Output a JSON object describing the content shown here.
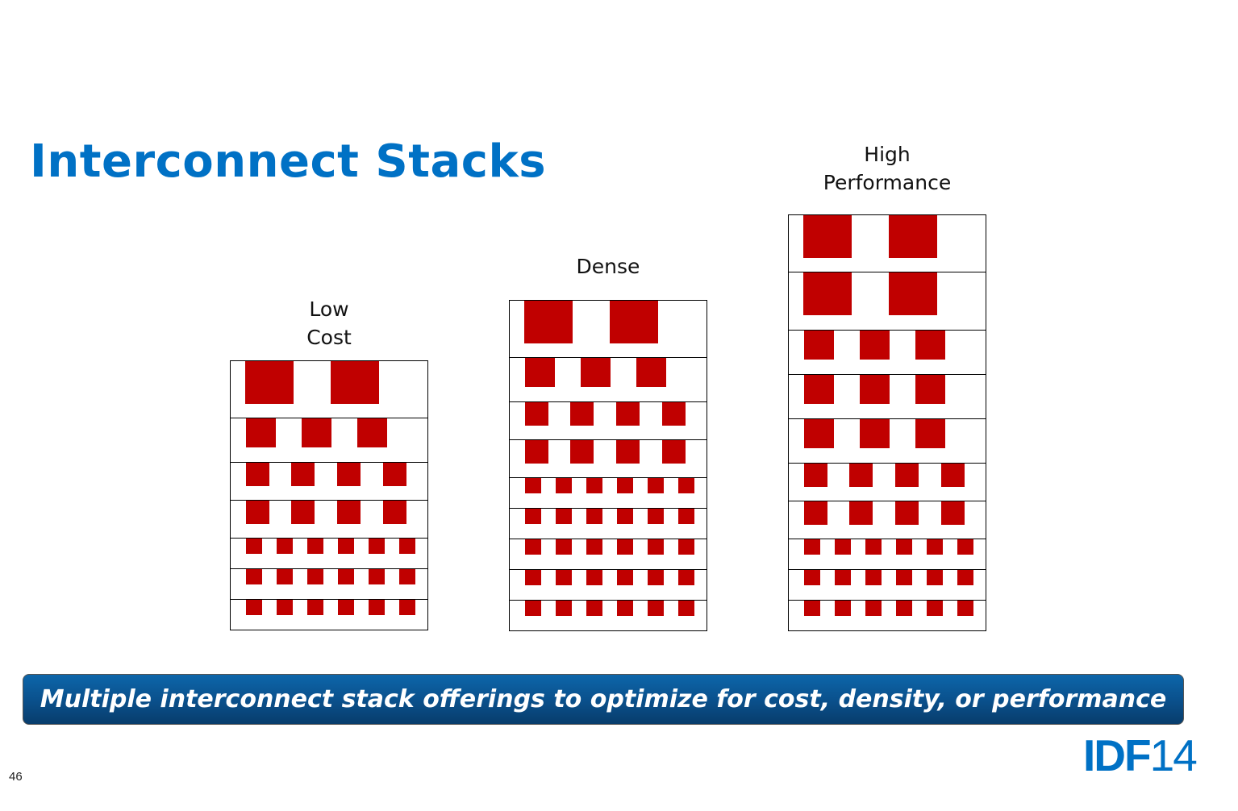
{
  "title": "Interconnect Stacks",
  "stacks": [
    {
      "label_lines": [
        "Low",
        "Cost"
      ],
      "layers": [
        2,
        3,
        4,
        4,
        6,
        6,
        6
      ]
    },
    {
      "label_lines": [
        "Dense"
      ],
      "layers": [
        2,
        3,
        4,
        4,
        6,
        6,
        6,
        6,
        6
      ]
    },
    {
      "label_lines": [
        "High",
        "Performance"
      ],
      "layers": [
        2,
        2,
        3,
        3,
        3,
        4,
        4,
        6,
        6,
        6
      ]
    }
  ],
  "banner": "Multiple interconnect stack offerings to optimize for cost, density, or performance",
  "page_number": "46",
  "logo": {
    "bold": "IDF",
    "light": "14"
  },
  "colors": {
    "accent": "#0071c5",
    "metal": "#c00000"
  }
}
